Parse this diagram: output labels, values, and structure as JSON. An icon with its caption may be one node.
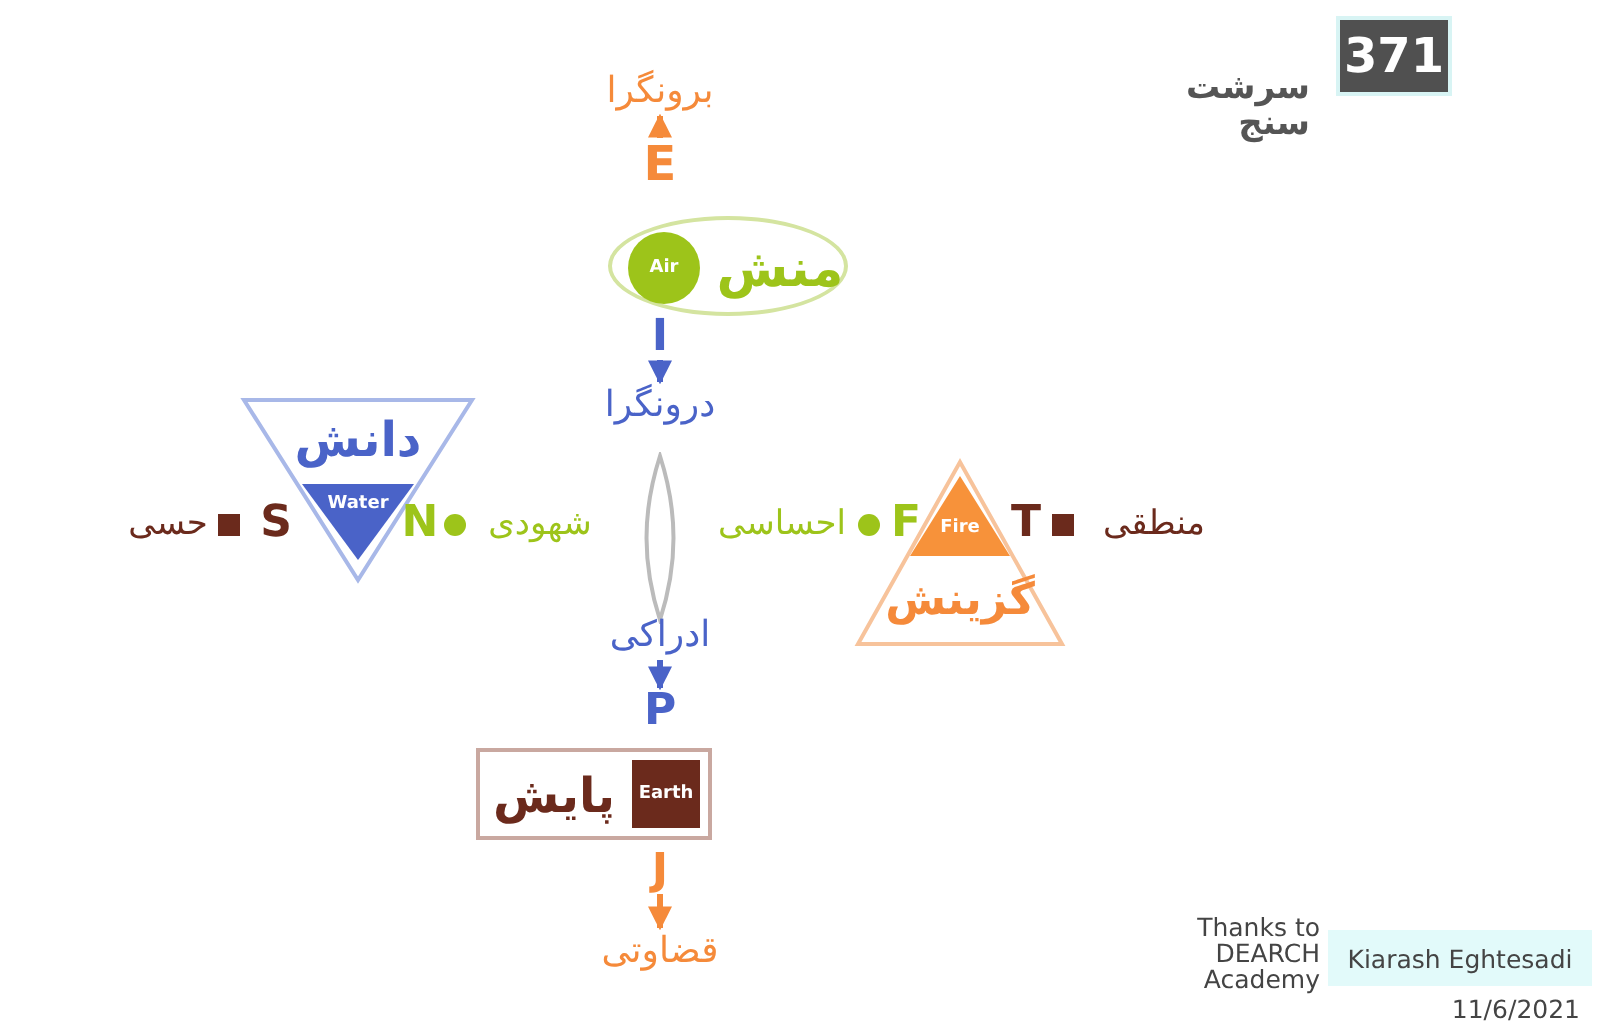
{
  "diagram": {
    "nodes": [
      {
        "text": [
          "برونگرا"
        ]
      },
      {
        "text": [
          "E"
        ]
      },
      {
        "text": [
          "منش"
        ]
      },
      {
        "text": [
          "Air"
        ],
        "in": 2
      },
      {
        "text": [
          "I"
        ]
      },
      {
        "text": [
          "درونگرا"
        ]
      },
      {
        "text": [
          "دانش"
        ]
      },
      {
        "text": [
          "Water"
        ],
        "in": 6
      },
      {
        "text": [
          "گزینش"
        ]
      },
      {
        "text": [
          "Fire"
        ],
        "in": 8
      },
      {
        "text": [
          "ادراکی"
        ]
      },
      {
        "text": [
          "P"
        ]
      },
      {
        "text": [
          "پایش"
        ]
      },
      {
        "text": [
          "Earth"
        ],
        "in": 12
      },
      {
        "text": [
          "J"
        ]
      },
      {
        "text": [
          "قضاوتی"
        ]
      }
    ],
    "edges": [
      {
        "from": 1,
        "to": 0,
        "arrow": "to",
        "color": "#f58a3a"
      },
      {
        "from": 4,
        "to": 5,
        "arrow": "to",
        "color": "#4a63c8"
      },
      {
        "from": 10,
        "to": 11,
        "arrow": "to",
        "color": "#4a63c8"
      },
      {
        "from": 14,
        "to": 15,
        "arrow": "to",
        "color": "#f58a3a"
      }
    ],
    "labels": [
      "371",
      "سرشت سنج",
      "حسی",
      "S",
      "N",
      "شهودی",
      "احساسی",
      "F",
      "T",
      "منطقی",
      "Thanks to DEARCH Academy",
      "Kiarash Eghtesadi",
      "11/6/2021"
    ]
  }
}
